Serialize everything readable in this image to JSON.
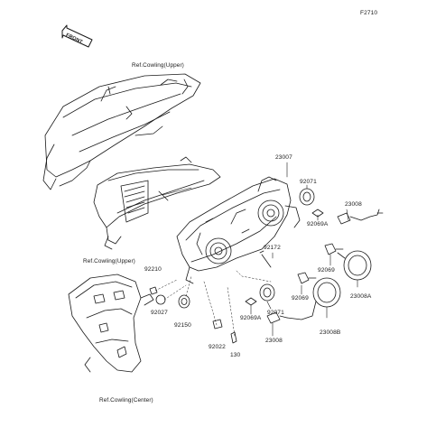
{
  "figure_code": "F2710",
  "front_label": "FRONT",
  "refs": {
    "cowling_upper_top": "Ref.Cowling(Upper)",
    "cowling_upper_mid": "Ref.Cowling(Upper)",
    "cowling_center": "Ref.Cowling(Center)"
  },
  "parts": {
    "p23007": "23007",
    "p92071_top": "92071",
    "p23008_top": "23008",
    "p92069A_top": "92069A",
    "p92172": "92172",
    "p92069": "92069",
    "p23008A": "23008A",
    "p92071_mid": "92071",
    "p92069_mid": "92069",
    "p92069A_low": "92069A",
    "p23008_low": "23008",
    "p23008B": "23008B",
    "p92210": "92210",
    "p92027": "92027",
    "p92150": "92150",
    "p92022": "92022",
    "p130": "130"
  },
  "colors": {
    "line": "#1a1a1a",
    "background": "#ffffff"
  },
  "icons": [
    "front-arrow-icon"
  ]
}
